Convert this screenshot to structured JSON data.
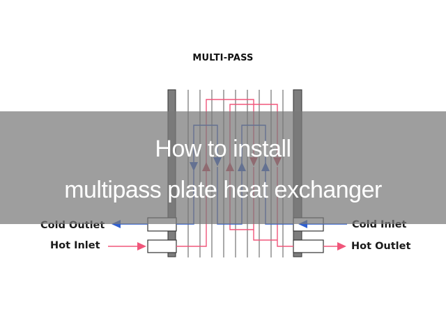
{
  "diagram": {
    "title": "MULTI-PASS",
    "labels": {
      "cold_outlet": "Cold Outlet",
      "hot_inlet": "Hot Inlet",
      "cold_inlet": "Cold Inlet",
      "hot_outlet": "Hot Outlet"
    },
    "colors": {
      "cold": "#2f5fd0",
      "hot": "#f0567a",
      "frame": "#7d7d7d",
      "plate": "#555555"
    }
  },
  "banner": {
    "line1": "How to install",
    "line2": "multipass plate heat exchanger"
  }
}
